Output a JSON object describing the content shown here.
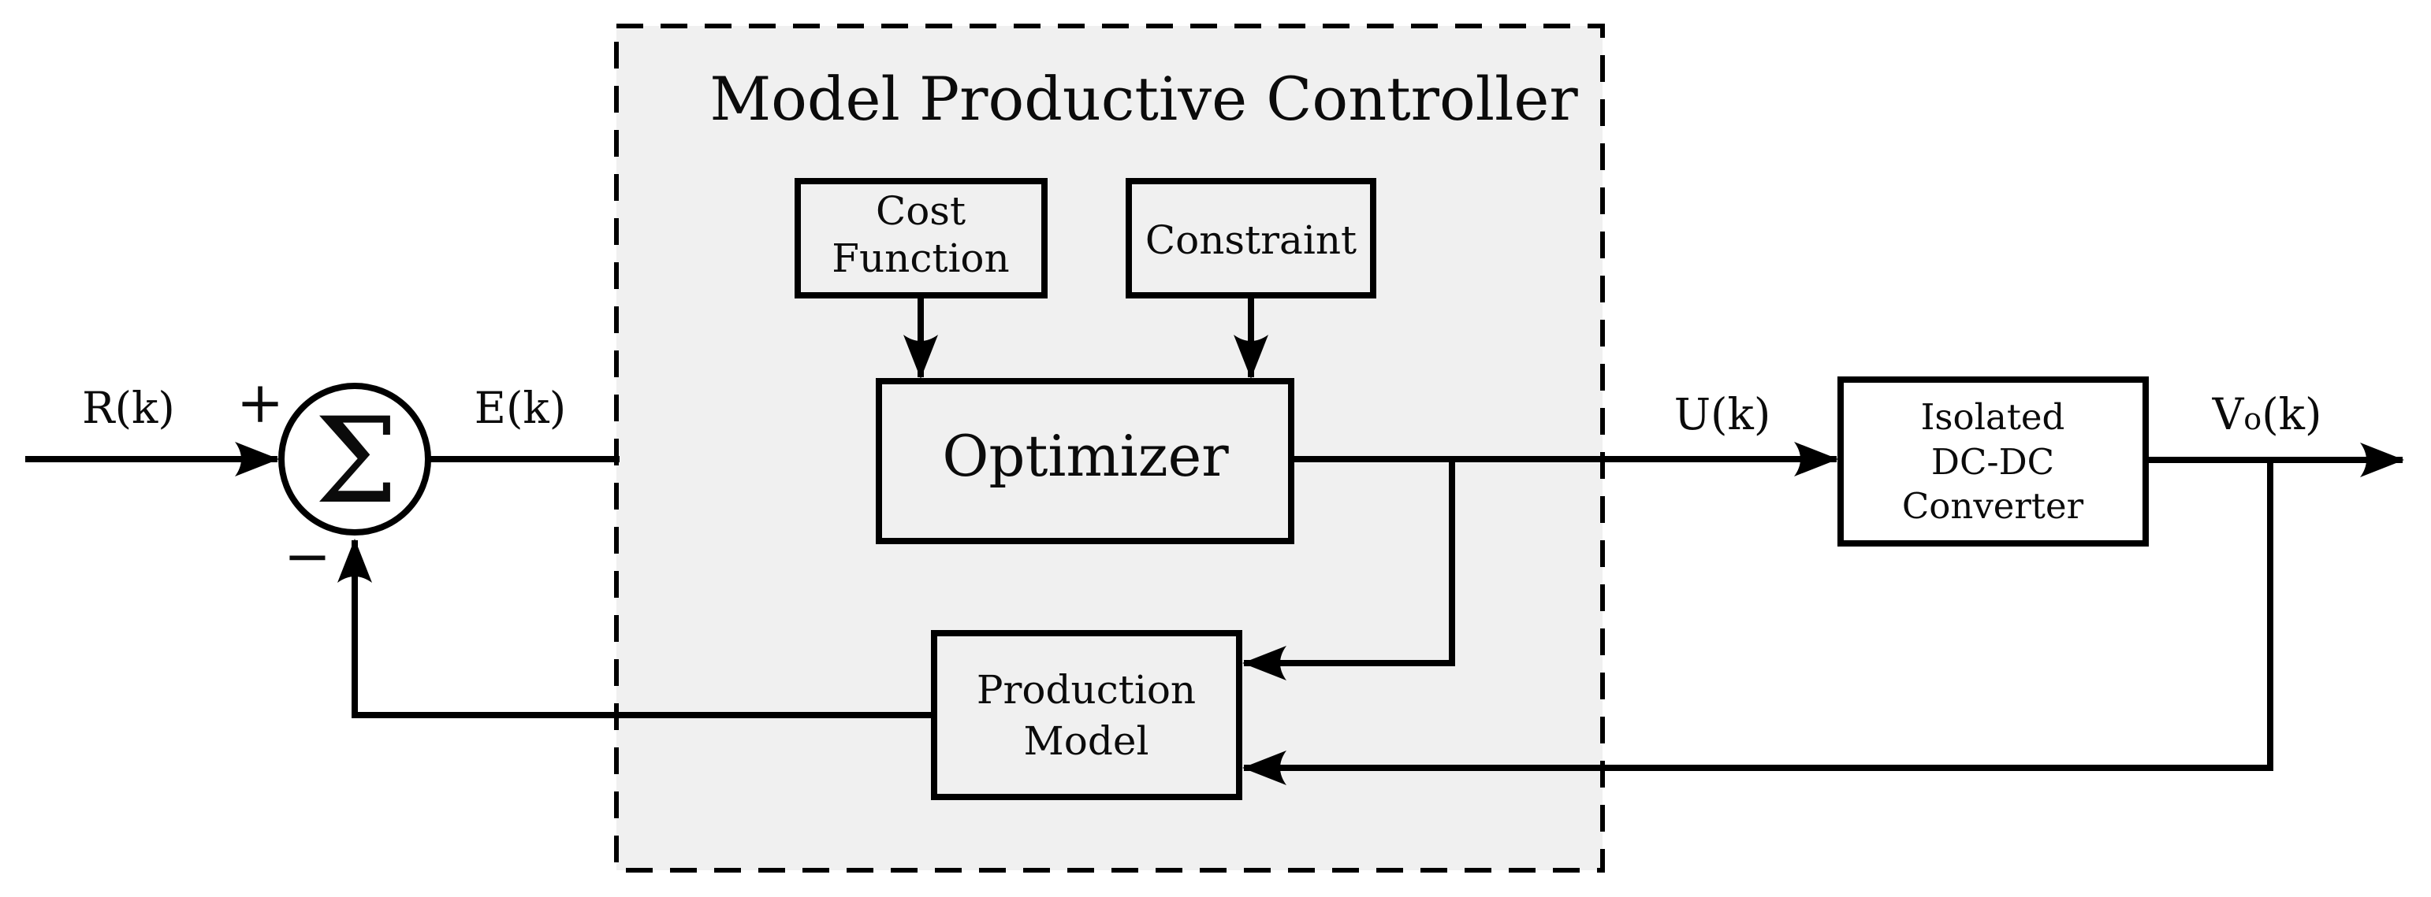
{
  "diagram": {
    "title": "Model Productive Controller",
    "colors": {
      "background": "#ffffff",
      "controller_fill": "#f0f0f0",
      "node_fill": "#ffffff",
      "line": "#000000",
      "text": "#0b0b0b"
    },
    "blocks": {
      "cost_function": {
        "line1": "Cost",
        "line2": "Function"
      },
      "constraint": {
        "label": "Constraint"
      },
      "optimizer": {
        "label": "Optimizer"
      },
      "production_model": {
        "line1": "Production",
        "line2": "Model"
      },
      "converter": {
        "line1": "Isolated",
        "line2": "DC-DC",
        "line3": "Converter"
      }
    },
    "summing_junction": {
      "symbol": "Σ",
      "plus": "+",
      "minus": "−"
    },
    "signals": {
      "r": "R(k)",
      "e": "E(k)",
      "u": "U(k)",
      "vo_v": "V",
      "vo_o": "o",
      "vo_k": "(k)"
    }
  }
}
